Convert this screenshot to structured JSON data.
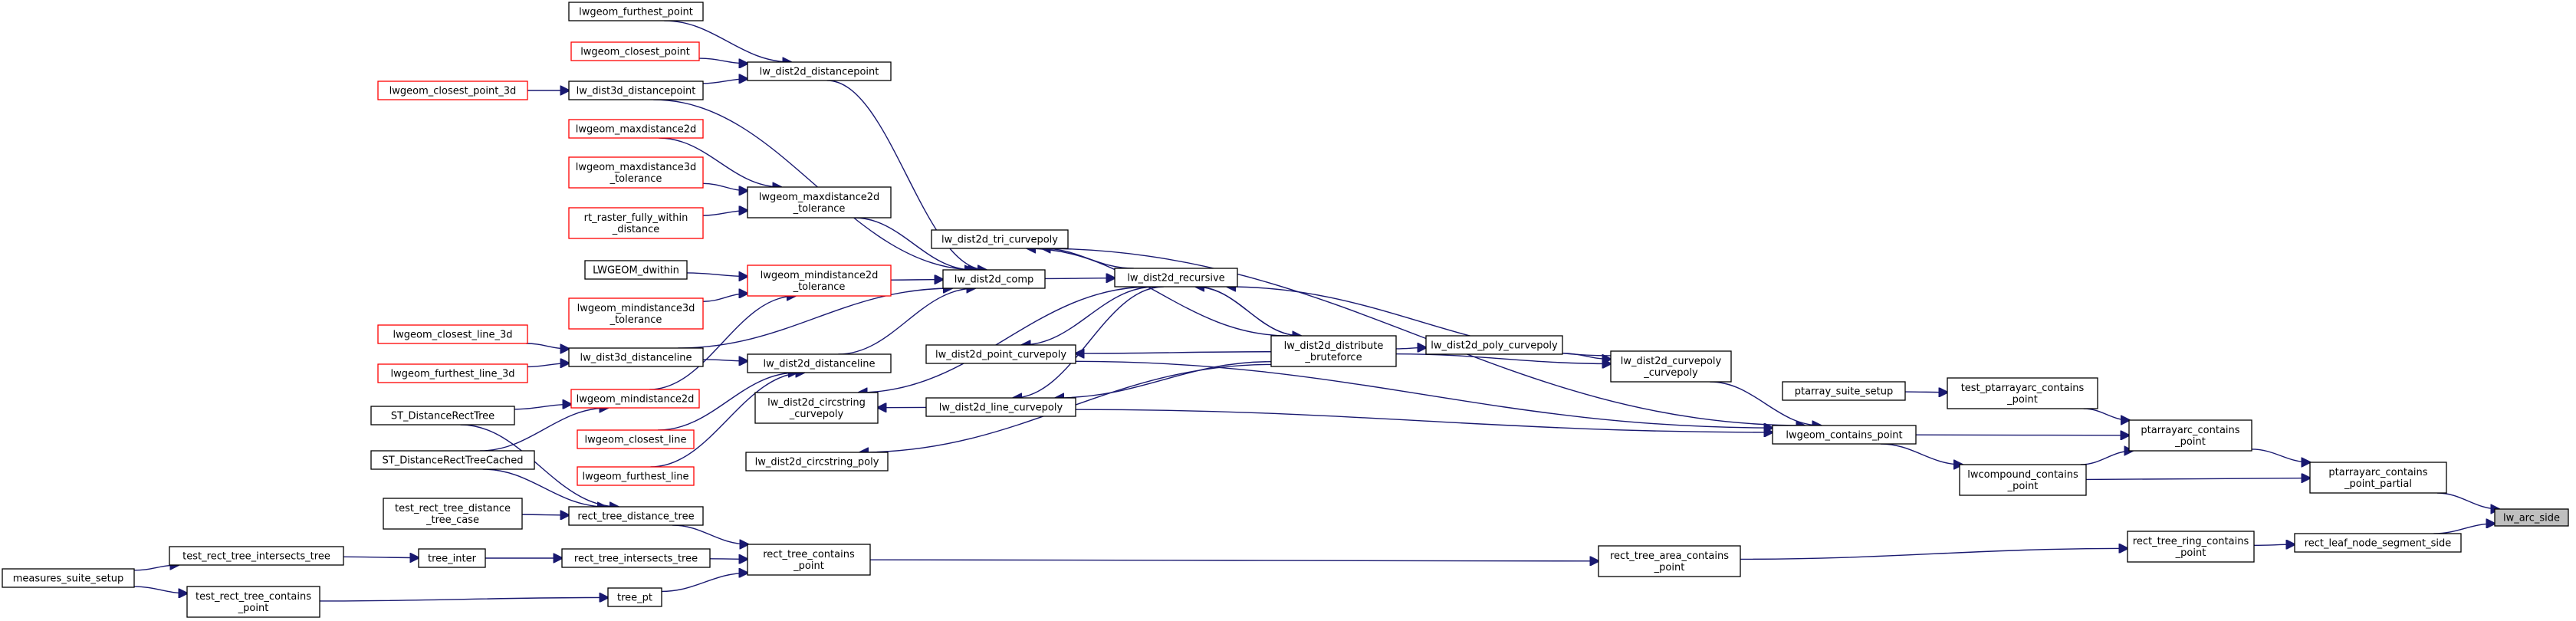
{
  "title": "",
  "colors": {
    "edge": "#191970",
    "node_border": "#000000",
    "external_border": "#ff0000",
    "current_fill": "#bfbfbf",
    "background": "#ffffff"
  },
  "nodes": {
    "lw_arc_side": {
      "lines": [
        "lw_arc_side"
      ],
      "style": "current"
    },
    "rect_leaf_node_segment_side": {
      "lines": [
        "rect_leaf_node_segment_side"
      ],
      "style": "normal"
    },
    "ptarrayarc_contains_point_partial": {
      "lines": [
        "ptarrayarc_contains",
        "_point_partial"
      ],
      "style": "normal"
    },
    "rect_tree_ring_contains_point": {
      "lines": [
        "rect_tree_ring_contains",
        "_point"
      ],
      "style": "normal"
    },
    "ptarrayarc_contains_point": {
      "lines": [
        "ptarrayarc_contains",
        "_point"
      ],
      "style": "normal"
    },
    "lwcompound_contains_point": {
      "lines": [
        "lwcompound_contains",
        "_point"
      ],
      "style": "normal"
    },
    "test_ptarrayarc_contains_point": {
      "lines": [
        "test_ptarrayarc_contains",
        "_point"
      ],
      "style": "normal"
    },
    "ptarray_suite_setup": {
      "lines": [
        "ptarray_suite_setup"
      ],
      "style": "normal"
    },
    "lwgeom_contains_point": {
      "lines": [
        "lwgeom_contains_point"
      ],
      "style": "normal"
    },
    "rect_tree_area_contains_point": {
      "lines": [
        "rect_tree_area_contains",
        "_point"
      ],
      "style": "normal"
    },
    "lw_dist2d_curvepoly_curvepoly": {
      "lines": [
        "lw_dist2d_curvepoly",
        "_curvepoly"
      ],
      "style": "normal"
    },
    "lw_dist2d_poly_curvepoly": {
      "lines": [
        "lw_dist2d_poly_curvepoly"
      ],
      "style": "normal"
    },
    "lw_dist2d_distribute_bruteforce": {
      "lines": [
        "lw_dist2d_distribute",
        "_bruteforce"
      ],
      "style": "normal"
    },
    "lw_dist2d_recursive": {
      "lines": [
        "lw_dist2d_recursive"
      ],
      "style": "normal"
    },
    "lw_dist2d_tri_curvepoly": {
      "lines": [
        "lw_dist2d_tri_curvepoly"
      ],
      "style": "normal"
    },
    "lw_dist2d_point_curvepoly": {
      "lines": [
        "lw_dist2d_point_curvepoly"
      ],
      "style": "normal"
    },
    "lw_dist2d_line_curvepoly": {
      "lines": [
        "lw_dist2d_line_curvepoly"
      ],
      "style": "normal"
    },
    "lw_dist2d_circstring_curvepoly": {
      "lines": [
        "lw_dist2d_circstring",
        "_curvepoly"
      ],
      "style": "normal"
    },
    "lw_dist2d_circstring_poly": {
      "lines": [
        "lw_dist2d_circstring_poly"
      ],
      "style": "normal"
    },
    "lw_dist2d_comp": {
      "lines": [
        "lw_dist2d_comp"
      ],
      "style": "normal"
    },
    "lw_dist2d_distancepoint": {
      "lines": [
        "lw_dist2d_distancepoint"
      ],
      "style": "normal"
    },
    "lwgeom_furthest_point": {
      "lines": [
        "lwgeom_furthest_point"
      ],
      "style": "normal"
    },
    "lwgeom_closest_point": {
      "lines": [
        "lwgeom_closest_point"
      ],
      "style": "external"
    },
    "lw_dist3d_distancepoint": {
      "lines": [
        "lw_dist3d_distancepoint"
      ],
      "style": "normal"
    },
    "lwgeom_closest_point_3d": {
      "lines": [
        "lwgeom_closest_point_3d"
      ],
      "style": "external"
    },
    "lwgeom_maxdistance2d": {
      "lines": [
        "lwgeom_maxdistance2d"
      ],
      "style": "external"
    },
    "lwgeom_maxdistance2d_tolerance": {
      "lines": [
        "lwgeom_maxdistance2d",
        "_tolerance"
      ],
      "style": "normal"
    },
    "lwgeom_maxdistance3d_tolerance": {
      "lines": [
        "lwgeom_maxdistance3d",
        "_tolerance"
      ],
      "style": "external"
    },
    "rt_raster_fully_within_distance": {
      "lines": [
        "rt_raster_fully_within",
        "_distance"
      ],
      "style": "external"
    },
    "lwgeom_mindistance2d_tolerance": {
      "lines": [
        "lwgeom_mindistance2d",
        "_tolerance"
      ],
      "style": "external"
    },
    "LWGEOM_dwithin": {
      "lines": [
        "LWGEOM_dwithin"
      ],
      "style": "normal"
    },
    "lwgeom_mindistance3d_tolerance": {
      "lines": [
        "lwgeom_mindistance3d",
        "_tolerance"
      ],
      "style": "external"
    },
    "lw_dist3d_distanceline": {
      "lines": [
        "lw_dist3d_distanceline"
      ],
      "style": "normal"
    },
    "lwgeom_closest_line_3d": {
      "lines": [
        "lwgeom_closest_line_3d"
      ],
      "style": "external"
    },
    "lwgeom_furthest_line_3d": {
      "lines": [
        "lwgeom_furthest_line_3d"
      ],
      "style": "external"
    },
    "lw_dist2d_distanceline": {
      "lines": [
        "lw_dist2d_distanceline"
      ],
      "style": "normal"
    },
    "lwgeom_mindistance2d": {
      "lines": [
        "lwgeom_mindistance2d"
      ],
      "style": "external"
    },
    "lwgeom_closest_line": {
      "lines": [
        "lwgeom_closest_line"
      ],
      "style": "external"
    },
    "lwgeom_furthest_line": {
      "lines": [
        "lwgeom_furthest_line"
      ],
      "style": "external"
    },
    "ST_DistanceRectTree": {
      "lines": [
        "ST_DistanceRectTree"
      ],
      "style": "normal"
    },
    "ST_DistanceRectTreeCached": {
      "lines": [
        "ST_DistanceRectTreeCached"
      ],
      "style": "normal"
    },
    "rect_tree_distance_tree": {
      "lines": [
        "rect_tree_distance_tree"
      ],
      "style": "normal"
    },
    "test_rect_tree_distance_tree_case": {
      "lines": [
        "test_rect_tree_distance",
        "_tree_case"
      ],
      "style": "normal"
    },
    "rect_tree_contains_point": {
      "lines": [
        "rect_tree_contains",
        "_point"
      ],
      "style": "normal"
    },
    "rect_tree_intersects_tree": {
      "lines": [
        "rect_tree_intersects_tree"
      ],
      "style": "normal"
    },
    "tree_inter": {
      "lines": [
        "tree_inter"
      ],
      "style": "normal"
    },
    "test_rect_tree_intersects_tree": {
      "lines": [
        "test_rect_tree_intersects_tree"
      ],
      "style": "normal"
    },
    "measures_suite_setup": {
      "lines": [
        "measures_suite_setup"
      ],
      "style": "normal"
    },
    "tree_pt": {
      "lines": [
        "tree_pt"
      ],
      "style": "normal"
    },
    "test_rect_tree_contains_point": {
      "lines": [
        "test_rect_tree_contains",
        "_point"
      ],
      "style": "normal"
    }
  },
  "edges": [
    [
      "rect_leaf_node_segment_side",
      "lw_arc_side"
    ],
    [
      "ptarrayarc_contains_point_partial",
      "lw_arc_side"
    ],
    [
      "rect_tree_ring_contains_point",
      "rect_leaf_node_segment_side"
    ],
    [
      "ptarrayarc_contains_point",
      "ptarrayarc_contains_point_partial"
    ],
    [
      "lwcompound_contains_point",
      "ptarrayarc_contains_point_partial"
    ],
    [
      "rect_tree_area_contains_point",
      "rect_tree_ring_contains_point"
    ],
    [
      "test_ptarrayarc_contains_point",
      "ptarrayarc_contains_point"
    ],
    [
      "lwgeom_contains_point",
      "ptarrayarc_contains_point"
    ],
    [
      "lwcompound_contains_point",
      "ptarrayarc_contains_point"
    ],
    [
      "ptarray_suite_setup",
      "test_ptarrayarc_contains_point"
    ],
    [
      "lwgeom_contains_point",
      "lwcompound_contains_point"
    ],
    [
      "rect_tree_contains_point",
      "rect_tree_area_contains_point"
    ],
    [
      "lw_dist2d_curvepoly_curvepoly",
      "lwgeom_contains_point"
    ],
    [
      "lw_dist2d_point_curvepoly",
      "lwgeom_contains_point"
    ],
    [
      "lw_dist2d_tri_curvepoly",
      "lwgeom_contains_point"
    ],
    [
      "lw_dist2d_line_curvepoly",
      "lwgeom_contains_point"
    ],
    [
      "lw_dist2d_distribute_bruteforce",
      "lw_dist2d_curvepoly_curvepoly"
    ],
    [
      "lw_dist2d_poly_curvepoly",
      "lw_dist2d_curvepoly_curvepoly"
    ],
    [
      "lw_dist2d_distribute_bruteforce",
      "lw_dist2d_poly_curvepoly"
    ],
    [
      "lw_dist2d_recursive",
      "lw_dist2d_distribute_bruteforce"
    ],
    [
      "lw_dist2d_distribute_bruteforce",
      "lw_dist2d_recursive"
    ],
    [
      "lw_dist2d_curvepoly_curvepoly",
      "lw_dist2d_recursive"
    ],
    [
      "lw_dist2d_comp",
      "lw_dist2d_recursive"
    ],
    [
      "lw_dist2d_distribute_bruteforce",
      "lw_dist2d_tri_curvepoly"
    ],
    [
      "lw_dist2d_recursive",
      "lw_dist2d_tri_curvepoly"
    ],
    [
      "lw_dist2d_distribute_bruteforce",
      "lw_dist2d_point_curvepoly"
    ],
    [
      "lw_dist2d_recursive",
      "lw_dist2d_point_curvepoly"
    ],
    [
      "lw_dist2d_distribute_bruteforce",
      "lw_dist2d_line_curvepoly"
    ],
    [
      "lw_dist2d_recursive",
      "lw_dist2d_line_curvepoly"
    ],
    [
      "lw_dist2d_line_curvepoly",
      "lw_dist2d_circstring_curvepoly"
    ],
    [
      "lw_dist2d_recursive",
      "lw_dist2d_circstring_curvepoly"
    ],
    [
      "lw_dist2d_distribute_bruteforce",
      "lw_dist2d_circstring_poly"
    ],
    [
      "lw_dist2d_distancepoint",
      "lw_dist2d_comp"
    ],
    [
      "lw_dist3d_distancepoint",
      "lw_dist2d_comp"
    ],
    [
      "lwgeom_maxdistance2d_tolerance",
      "lw_dist2d_comp"
    ],
    [
      "lwgeom_mindistance2d_tolerance",
      "lw_dist2d_comp"
    ],
    [
      "lw_dist3d_distanceline",
      "lw_dist2d_comp"
    ],
    [
      "lw_dist2d_distanceline",
      "lw_dist2d_comp"
    ],
    [
      "lwgeom_furthest_point",
      "lw_dist2d_distancepoint"
    ],
    [
      "lwgeom_closest_point",
      "lw_dist2d_distancepoint"
    ],
    [
      "lw_dist3d_distancepoint",
      "lw_dist2d_distancepoint"
    ],
    [
      "lwgeom_closest_point_3d",
      "lw_dist3d_distancepoint"
    ],
    [
      "lwgeom_maxdistance2d",
      "lwgeom_maxdistance2d_tolerance"
    ],
    [
      "lwgeom_maxdistance3d_tolerance",
      "lwgeom_maxdistance2d_tolerance"
    ],
    [
      "rt_raster_fully_within_distance",
      "lwgeom_maxdistance2d_tolerance"
    ],
    [
      "LWGEOM_dwithin",
      "lwgeom_mindistance2d_tolerance"
    ],
    [
      "lwgeom_mindistance3d_tolerance",
      "lwgeom_mindistance2d_tolerance"
    ],
    [
      "lwgeom_mindistance2d",
      "lwgeom_mindistance2d_tolerance"
    ],
    [
      "lwgeom_closest_line_3d",
      "lw_dist3d_distanceline"
    ],
    [
      "lwgeom_furthest_line_3d",
      "lw_dist3d_distanceline"
    ],
    [
      "lw_dist3d_distanceline",
      "lw_dist2d_distanceline"
    ],
    [
      "lwgeom_closest_line",
      "lw_dist2d_distanceline"
    ],
    [
      "lwgeom_furthest_line",
      "lw_dist2d_distanceline"
    ],
    [
      "ST_DistanceRectTree",
      "lwgeom_mindistance2d"
    ],
    [
      "ST_DistanceRectTreeCached",
      "lwgeom_mindistance2d"
    ],
    [
      "ST_DistanceRectTree",
      "rect_tree_distance_tree"
    ],
    [
      "ST_DistanceRectTreeCached",
      "rect_tree_distance_tree"
    ],
    [
      "test_rect_tree_distance_tree_case",
      "rect_tree_distance_tree"
    ],
    [
      "rect_tree_distance_tree",
      "rect_tree_contains_point"
    ],
    [
      "rect_tree_intersects_tree",
      "rect_tree_contains_point"
    ],
    [
      "tree_pt",
      "rect_tree_contains_point"
    ],
    [
      "tree_inter",
      "rect_tree_intersects_tree"
    ],
    [
      "test_rect_tree_intersects_tree",
      "tree_inter"
    ],
    [
      "measures_suite_setup",
      "test_rect_tree_intersects_tree"
    ],
    [
      "measures_suite_setup",
      "test_rect_tree_contains_point"
    ],
    [
      "test_rect_tree_contains_point",
      "tree_pt"
    ]
  ]
}
